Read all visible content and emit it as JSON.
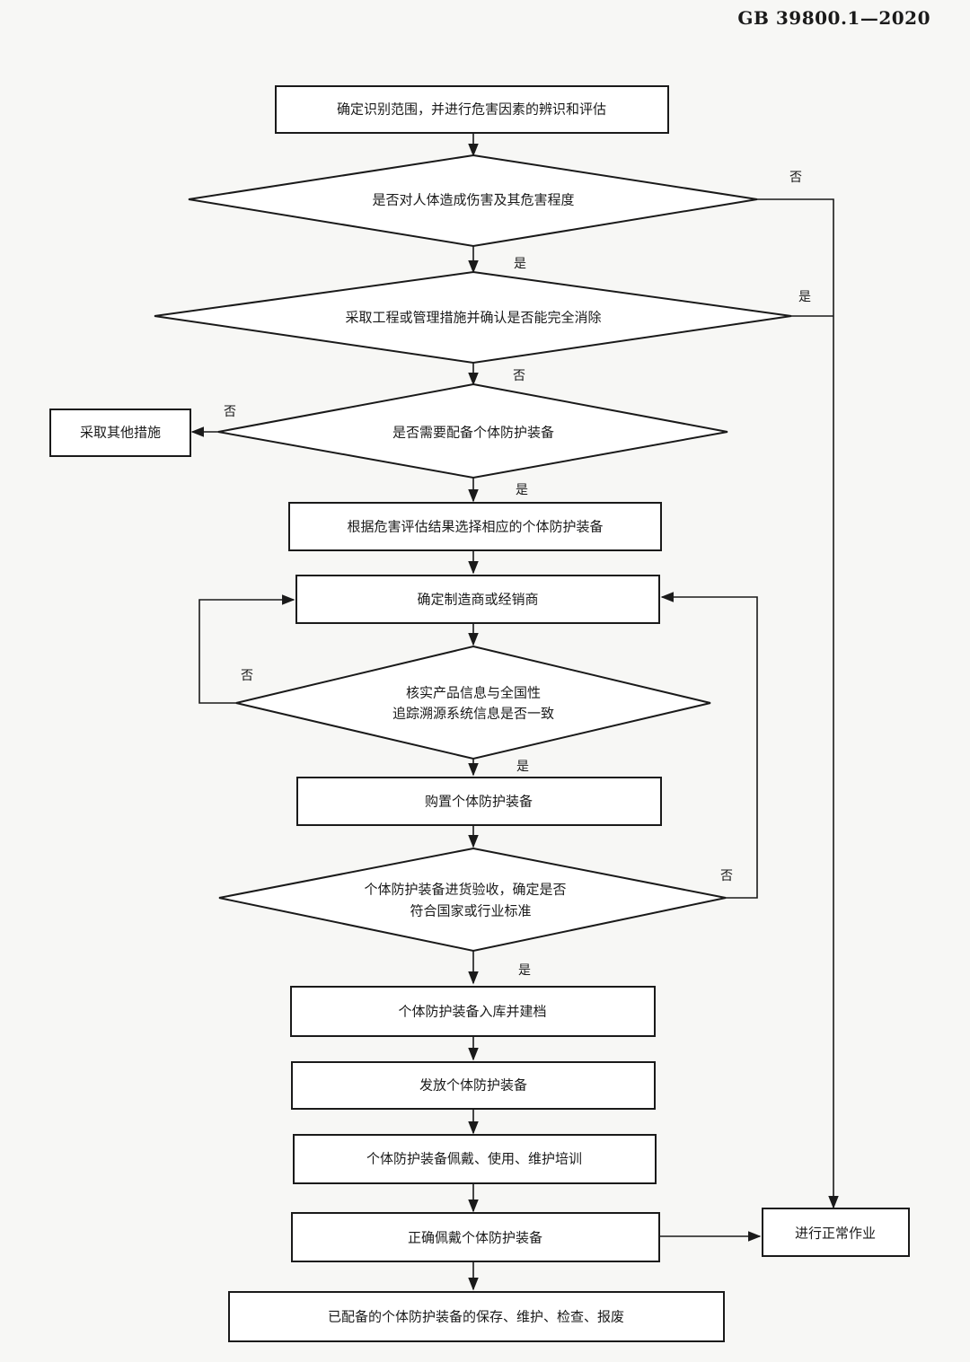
{
  "header": {
    "standard_code": "GB 39800.1—2020"
  },
  "nodes": {
    "determine_scope": "确定识别范围，并进行危害因素的辨识和评估",
    "harm_decision": "是否对人体造成伤害及其危害程度",
    "eliminate_decision": "采取工程或管理措施并确认是否能完全消除",
    "need_ppe_decision": "是否需要配备个体防护装备",
    "other_measures": "采取其他措施",
    "select_ppe": "根据危害评估结果选择相应的个体防护装备",
    "choose_supplier": "确定制造商或经销商",
    "verify_info_line1": "核实产品信息与全国性",
    "verify_info_line2": "追踪溯源系统信息是否一致",
    "purchase_ppe": "购置个体防护装备",
    "acceptance_line1": "个体防护装备进货验收，确定是否",
    "acceptance_line2": "符合国家或行业标准",
    "store_ppe": "个体防护装备入库并建档",
    "issue_ppe": "发放个体防护装备",
    "training": "个体防护装备佩戴、使用、维护培训",
    "wear_correctly": "正确佩戴个体防护装备",
    "normal_work": "进行正常作业",
    "maintenance": "已配备的个体防护装备的保存、维护、检查、报废"
  },
  "labels": {
    "yes": "是",
    "no": "否"
  }
}
